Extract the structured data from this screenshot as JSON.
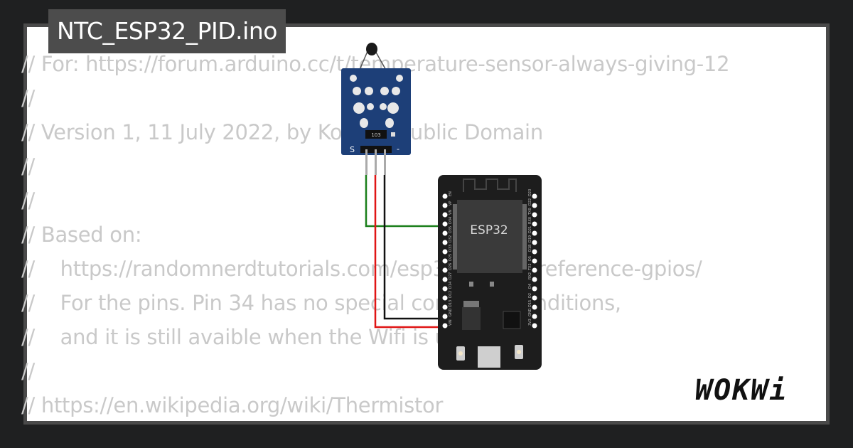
{
  "project": {
    "title": "NTC_ESP32_PID.ino"
  },
  "code_lines": [
    "// For: https://forum.arduino.cc/t/temperature-sensor-always-giving-12",
    "//",
    "// Version 1, 11 July 2022, by Koepel, Public Domain",
    "//",
    "//",
    "// Based on:",
    "//    https://randomnerdtutorials.com/esp32-pinout-reference-gpios/",
    "//    For the pins. Pin 34 has no special condition conditions,",
    "//    and it is still avaible when the Wifi is used.",
    "//",
    "// https://en.wikipedia.org/wiki/Thermistor"
  ],
  "sensor": {
    "pin_s": "S",
    "pin_minus": "-",
    "resistor": "103"
  },
  "board": {
    "chip_label": "ESP32",
    "left_pins": [
      "EN",
      "VP",
      "VN",
      "D34",
      "D35",
      "D32",
      "D33",
      "D25",
      "D26",
      "D27",
      "D14",
      "D12",
      "D13",
      "GND",
      "VIN"
    ],
    "right_pins": [
      "D23",
      "D22",
      "TX0",
      "RX0",
      "D21",
      "D19",
      "D18",
      "D5",
      "TX2",
      "RX2",
      "D4",
      "D2",
      "D15",
      "GND",
      "3V3"
    ]
  },
  "wires": {
    "signal": "#1a7f1a",
    "power": "#e01515",
    "ground": "#111111"
  },
  "brand": {
    "logo": "WOKWi"
  }
}
